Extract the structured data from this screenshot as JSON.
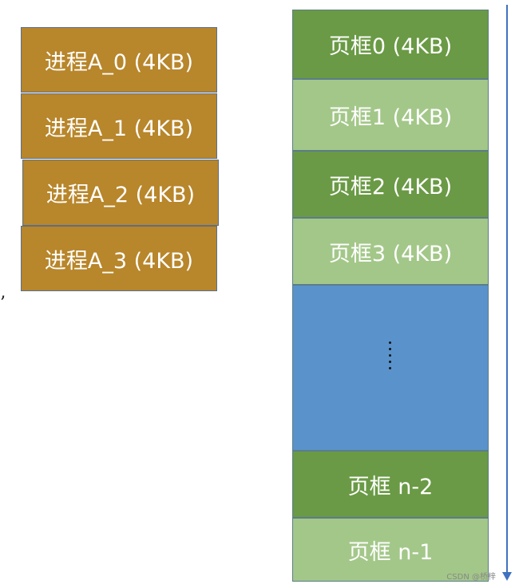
{
  "process_pages": [
    {
      "label": "进程A_0 (4KB)"
    },
    {
      "label": "进程A_1 (4KB)"
    },
    {
      "label": "进程A_2 (4KB)"
    },
    {
      "label": "进程A_3 (4KB)"
    }
  ],
  "frames": [
    {
      "label": "页框0 (4KB)",
      "shade": "dark"
    },
    {
      "label": "页框1 (4KB)",
      "shade": "light"
    },
    {
      "label": "页框2 (4KB)",
      "shade": "dark"
    },
    {
      "label": "页框3 (4KB)",
      "shade": "light"
    },
    {
      "label": "",
      "shade": "gap"
    },
    {
      "label": "页框 n-2",
      "shade": "dark"
    },
    {
      "label": "页框 n-1",
      "shade": "light"
    }
  ],
  "colors": {
    "process": "#b8862b",
    "frame_dark": "#6a9a45",
    "frame_light": "#a3c789",
    "frame_gap": "#5a93cb",
    "arrow": "#3f72c0"
  },
  "stray_mark": "’",
  "watermark": "CSDN @桥梓"
}
